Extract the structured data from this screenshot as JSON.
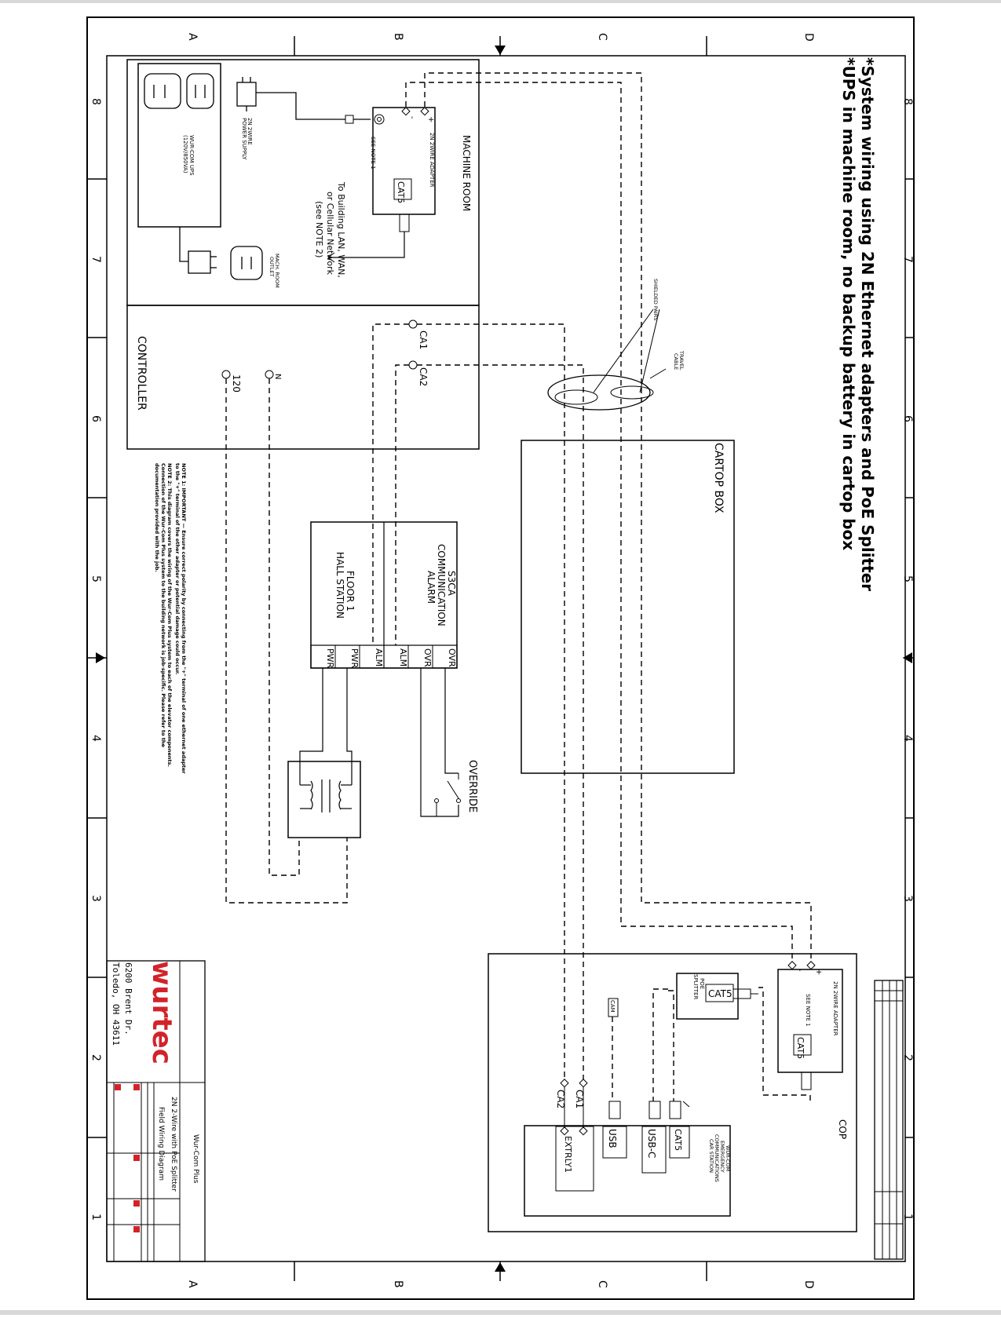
{
  "zones": {
    "letters": [
      "A",
      "B",
      "C",
      "D"
    ],
    "numbers": [
      "8",
      "7",
      "6",
      "5",
      "4",
      "3",
      "2",
      "1"
    ]
  },
  "notes_header": {
    "line1": "*System wiring using 2N Ethernet adapters and PoE Splitter",
    "line2": "*UPS in machine room, no backup battery in cartop box"
  },
  "machine_room": {
    "title": "MACHINE ROOM",
    "ups_label_1": "WUR-COM UPS",
    "ups_label_2": "(120V/850VA)",
    "power_supply_1": "2N 2WIRE",
    "power_supply_2": "POWER SUPPLY",
    "adapter_label": "2N 2WIRE ADAPTER",
    "see_note": "SEE NOTE 1",
    "cat5": "CAT5",
    "plus": "+",
    "minus": "-",
    "lan_1": "To Building LAN, WAN,",
    "lan_2": "or Cellular Network",
    "lan_3": "(see NOTE 2)",
    "outlet_1": "MACH. ROOM",
    "outlet_2": "OUTLET"
  },
  "controller": {
    "title": "CONTROLLER",
    "ca1": "CA1",
    "ca2": "CA2",
    "n": "N",
    "v120": "120"
  },
  "cable": {
    "shielded": "SHIELDED PAIRS",
    "travel_1": "TRAVEL",
    "travel_2": "CABLE"
  },
  "cartop": {
    "title": "CARTOP BOX"
  },
  "alarm": {
    "line1": "S3CA",
    "line2": "COMMUNICATION",
    "line3": "ALARM",
    "terminals": [
      "OVR",
      "OVR",
      "ALM",
      "ALM",
      "PWR",
      "PWR"
    ]
  },
  "hall": {
    "line1": "FLOOR 1",
    "line2": "HALL STATION"
  },
  "override": "OVERRIDE",
  "notes": {
    "note1_a": "NOTE 1: IMPORTANT — Ensure correct polarity by connecting from the \"+\" terminal of one ethernet adapter",
    "note1_b": "to the \"+\" terminal of the other adapter or potential damage could occur.",
    "note2_a": "NOTE 2: This diagram covers the wiring of the Wur-Com Plus system to each of the elevator components.",
    "note2_b": "Connection of the Wur-Com Plus system to the building network is job-specific. Please refer to the",
    "note2_c": "documentation provided with the job."
  },
  "cop": {
    "title": "COP",
    "adapter_label": "2N 2WIRE ADAPTER",
    "see_note": "SEE NOTE 1",
    "cat5_adapter": "CAT5",
    "cat5_splitter": "CAT5",
    "poe_1": "POE",
    "poe_2": "SPLITTER",
    "plus": "+",
    "minus": "-",
    "cam": "CAM",
    "usb": "USB",
    "usbc": "USB-C",
    "cat5_station": "CAT5",
    "station_1": "WUR-COM",
    "station_2": "EMERGENCY",
    "station_3": "COMMUNICATIONS",
    "station_4": "CAR STATION",
    "extrly": "EXTRLY1",
    "ca1": "CA1",
    "ca2": "CA2"
  },
  "title_block": {
    "logo": "wurtec",
    "addr1": "6200 Brent Dr.",
    "addr2": "Toledo, OH 43611",
    "product": "Wur-Com Plus",
    "line1": "2N 2-Wire with PoE Splitter",
    "line2": "Field Wiring Diagram"
  },
  "colors": {
    "logo_red": "#d2232a",
    "ink": "#000000"
  }
}
